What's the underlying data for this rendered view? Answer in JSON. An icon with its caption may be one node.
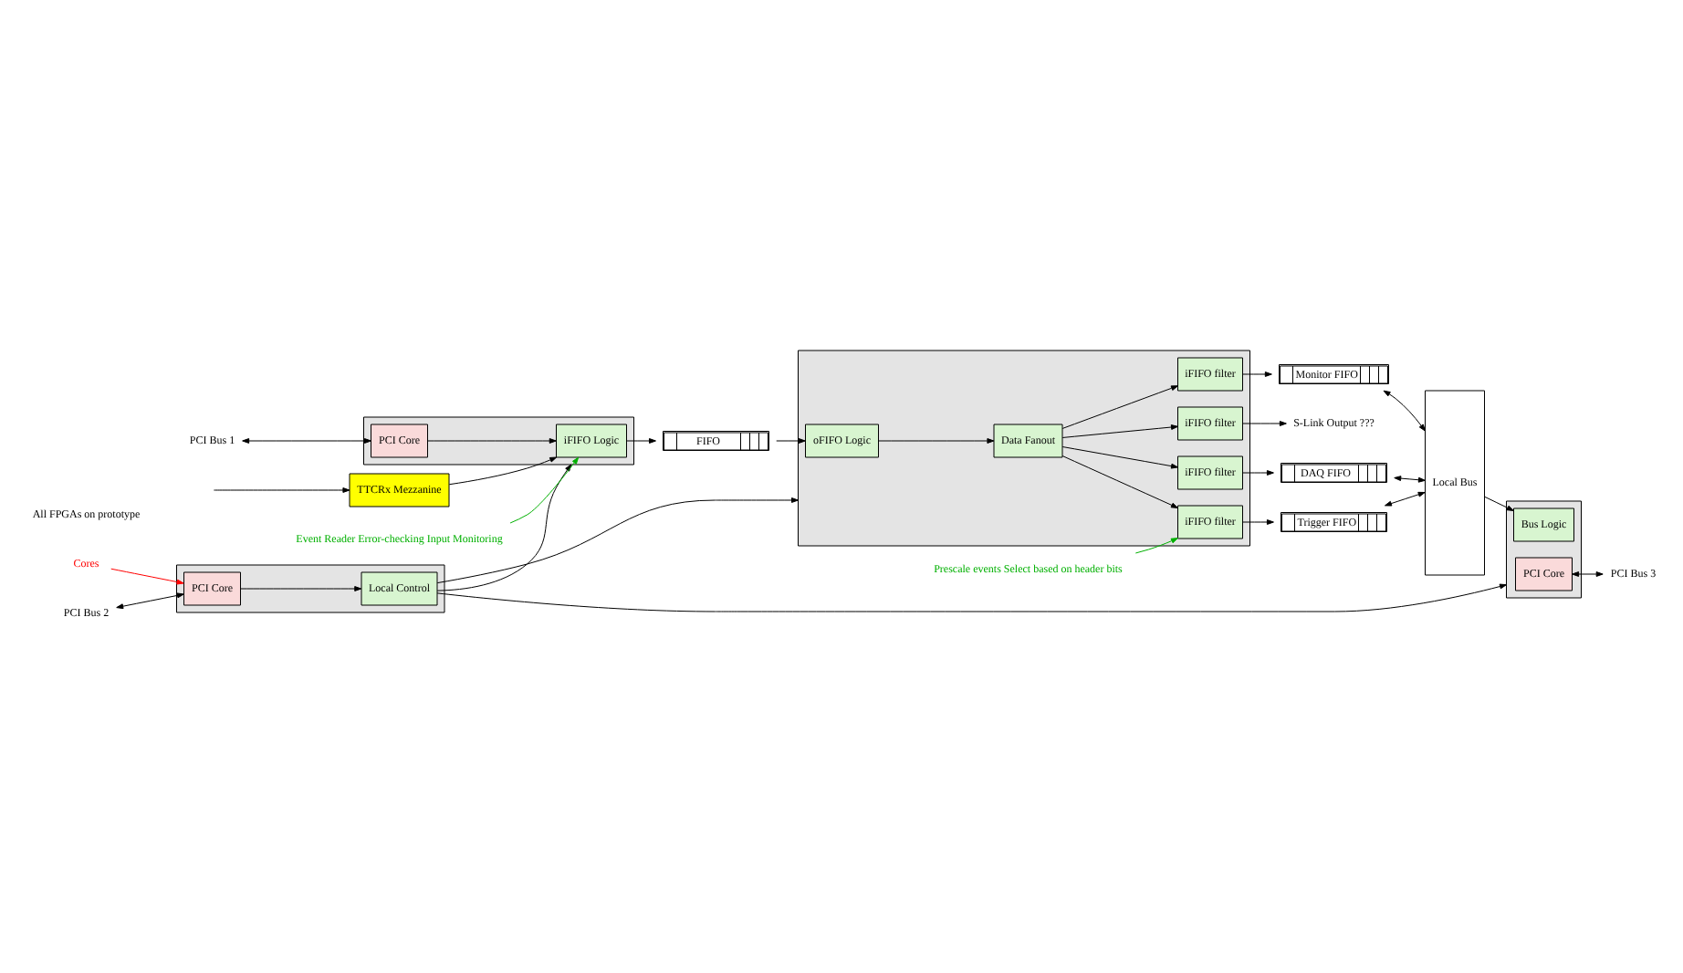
{
  "diagram": {
    "nodes": [
      {
        "text": [
          "TTCRx Mezzanine"
        ]
      },
      {
        "text": [],
        "shape": "box"
      },
      {
        "text": [
          "PCI Core"
        ],
        "in": 1
      },
      {
        "text": [
          "iFIFO Logic"
        ],
        "in": 1
      },
      {
        "text": [
          "FIFO"
        ]
      },
      {
        "text": [],
        "shape": "box"
      },
      {
        "text": [
          "oFIFO Logic"
        ],
        "in": 5
      },
      {
        "text": [
          "Data Fanout"
        ],
        "in": 5
      },
      {
        "text": [
          "iFIFO filter"
        ],
        "in": 5
      },
      {
        "text": [
          "iFIFO filter"
        ],
        "in": 5
      },
      {
        "text": [
          "iFIFO filter"
        ],
        "in": 5
      },
      {
        "text": [
          "iFIFO filter"
        ],
        "in": 5
      },
      {
        "text": [
          "DAQ FIFO"
        ]
      },
      {
        "text": [
          "Monitor FIFO"
        ]
      },
      {
        "text": [
          "Trigger FIFO"
        ]
      },
      {
        "text": [
          "Local Bus"
        ]
      },
      {
        "text": [],
        "shape": "box"
      },
      {
        "text": [
          "Bus Logic"
        ],
        "in": 16
      },
      {
        "text": [
          "PCI Core"
        ],
        "in": 16
      },
      {
        "text": [],
        "shape": "box"
      },
      {
        "text": [
          "PCI Core"
        ],
        "in": 19
      },
      {
        "text": [
          "Local Control"
        ],
        "in": 19
      },
      {
        "text": [
          "S-Link Output ???"
        ]
      },
      {
        "text": [
          "PCI Bus 1"
        ]
      },
      {
        "text": [
          "PCI Bus 2"
        ]
      },
      {
        "text": [
          "PCI Bus 3"
        ]
      },
      {
        "text": [
          "Event Reader Error-checking Input Monitoring"
        ]
      },
      {
        "text": [
          "Prescale events Select based on header bits"
        ]
      },
      {
        "text": [
          "Cores"
        ]
      }
    ],
    "edges": [
      {
        "from": null,
        "to": 0,
        "arrow": "to"
      },
      {
        "from": 0,
        "to": 3,
        "arrow": "to"
      },
      {
        "from": 23,
        "to": 2,
        "arrow": "both"
      },
      {
        "from": 2,
        "to": 3,
        "arrow": "to"
      },
      {
        "from": 3,
        "to": 4,
        "arrow": "to"
      },
      {
        "from": 4,
        "to": 6,
        "arrow": "to"
      },
      {
        "from": 6,
        "to": 7,
        "arrow": "to"
      },
      {
        "from": 7,
        "to": 8,
        "arrow": "to"
      },
      {
        "from": 7,
        "to": 9,
        "arrow": "to"
      },
      {
        "from": 7,
        "to": 10,
        "arrow": "to"
      },
      {
        "from": 7,
        "to": 11,
        "arrow": "to"
      },
      {
        "from": 8,
        "to": 22,
        "arrow": "to"
      },
      {
        "from": 9,
        "to": 12,
        "arrow": "to"
      },
      {
        "from": 10,
        "to": 13,
        "arrow": "to"
      },
      {
        "from": 11,
        "to": 14,
        "arrow": "to"
      },
      {
        "from": 12,
        "to": 15,
        "arrow": "both"
      },
      {
        "from": 13,
        "to": 15,
        "arrow": "both"
      },
      {
        "from": 14,
        "to": 15,
        "arrow": "both"
      },
      {
        "from": 15,
        "to": 17,
        "arrow": "to"
      },
      {
        "from": 18,
        "to": 25,
        "arrow": "both"
      },
      {
        "from": 24,
        "to": 20,
        "arrow": "both"
      },
      {
        "from": 20,
        "to": 21,
        "arrow": "to"
      },
      {
        "from": 21,
        "to": 1,
        "arrow": "to"
      },
      {
        "from": 21,
        "to": 5,
        "arrow": "to"
      },
      {
        "from": 21,
        "to": 16,
        "arrow": "to"
      },
      {
        "from": 26,
        "to": 3,
        "arrow": "to",
        "color": "#00b000"
      },
      {
        "from": 27,
        "to": 11,
        "arrow": "to",
        "color": "#00b000"
      },
      {
        "from": 28,
        "to": 20,
        "arrow": "to",
        "color": "#ff0000"
      }
    ],
    "labels": [
      "All FPGAs on prototype"
    ]
  }
}
